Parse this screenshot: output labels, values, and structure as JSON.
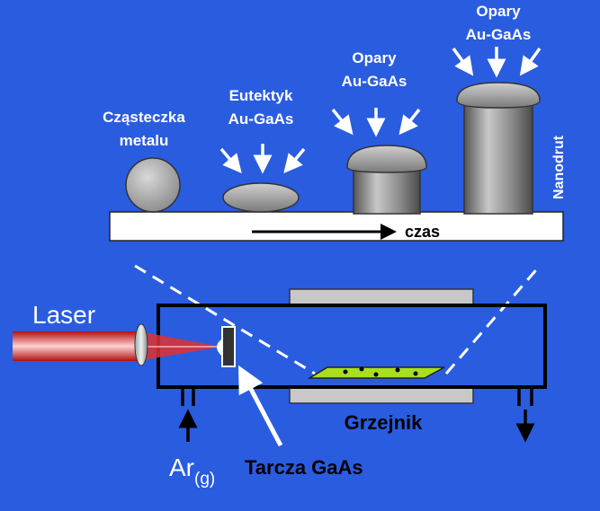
{
  "stages": {
    "particle_label_line1": "Cząsteczka",
    "particle_label_line2": "metalu",
    "eutectic_label_line1": "Eutektyk",
    "eutectic_label_line2": "Au-GaAs",
    "vapor1_label_line1": "Opary",
    "vapor1_label_line2": "Au-GaAs",
    "vapor2_label_line1": "Opary",
    "vapor2_label_line2": "Au-GaAs",
    "nanowire_label": "Nanodrut",
    "time_label": "czas"
  },
  "apparatus": {
    "laser_label": "Laser",
    "heater_label": "Grzejnik",
    "target_label": "Tarcza GaAs",
    "gas_label_main": "Ar",
    "gas_label_sub": "(g)"
  },
  "colors": {
    "background": "#2a5ce0",
    "substrate": "#ffffff",
    "gray_body": "#8a8a8a",
    "laser": "#e02020",
    "catalyst_plate": "#a8e020"
  }
}
